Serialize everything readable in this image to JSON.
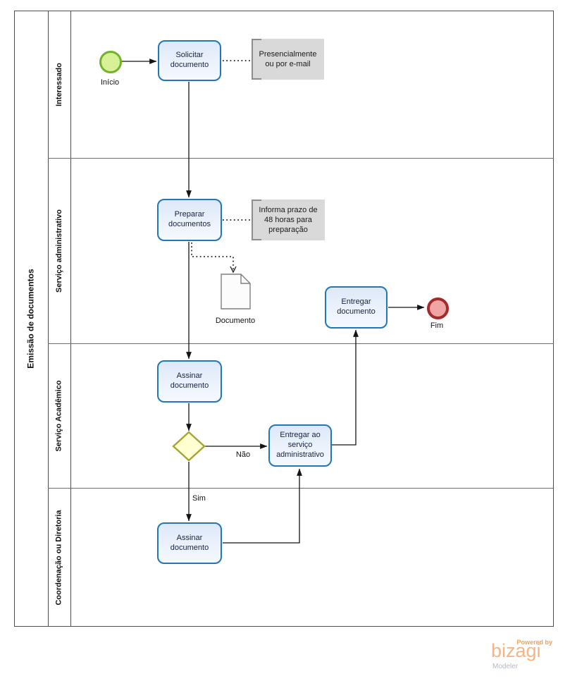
{
  "diagram": {
    "pool_title": "Emissão de documentos",
    "lanes": [
      {
        "label": "Interessado"
      },
      {
        "label": "Serviço administrativo"
      },
      {
        "label": "Serviço Acadêmico"
      },
      {
        "label": "Coordenação ou Diretoria"
      }
    ],
    "events": {
      "start_label": "Início",
      "end_label": "Fim"
    },
    "tasks": {
      "solicitar": "Solicitar documento",
      "preparar": "Preparar documentos",
      "assinar_academico": "Assinar documento",
      "entregar_servico": "Entregar ao serviço administrativo",
      "entregar_documento": "Entregar documento",
      "assinar_coordenacao": "Assinar documento"
    },
    "annotations": {
      "solicitar_note": "Presencialmente ou por  e-mail",
      "preparar_note": "Informa  prazo de 48 horas para preparação"
    },
    "artifacts": {
      "documento_label": "Documento"
    },
    "flow_labels": {
      "nao": "Não",
      "sim": "Sim"
    },
    "colors": {
      "task_border": "#2277b6",
      "task_fill": "#e9f0fb",
      "start_border": "#71b32a",
      "start_fill": "#d8f096",
      "end_border": "#a32b2b",
      "end_fill": "#efa5a3",
      "gateway_border": "#a4a532",
      "gateway_fill": "#ffffd2",
      "annotation_fill": "#d9d9d9",
      "flow_line": "#141414"
    }
  },
  "branding": {
    "powered_by": "Powered by",
    "logo": "bizagi",
    "product": "Modeler"
  }
}
